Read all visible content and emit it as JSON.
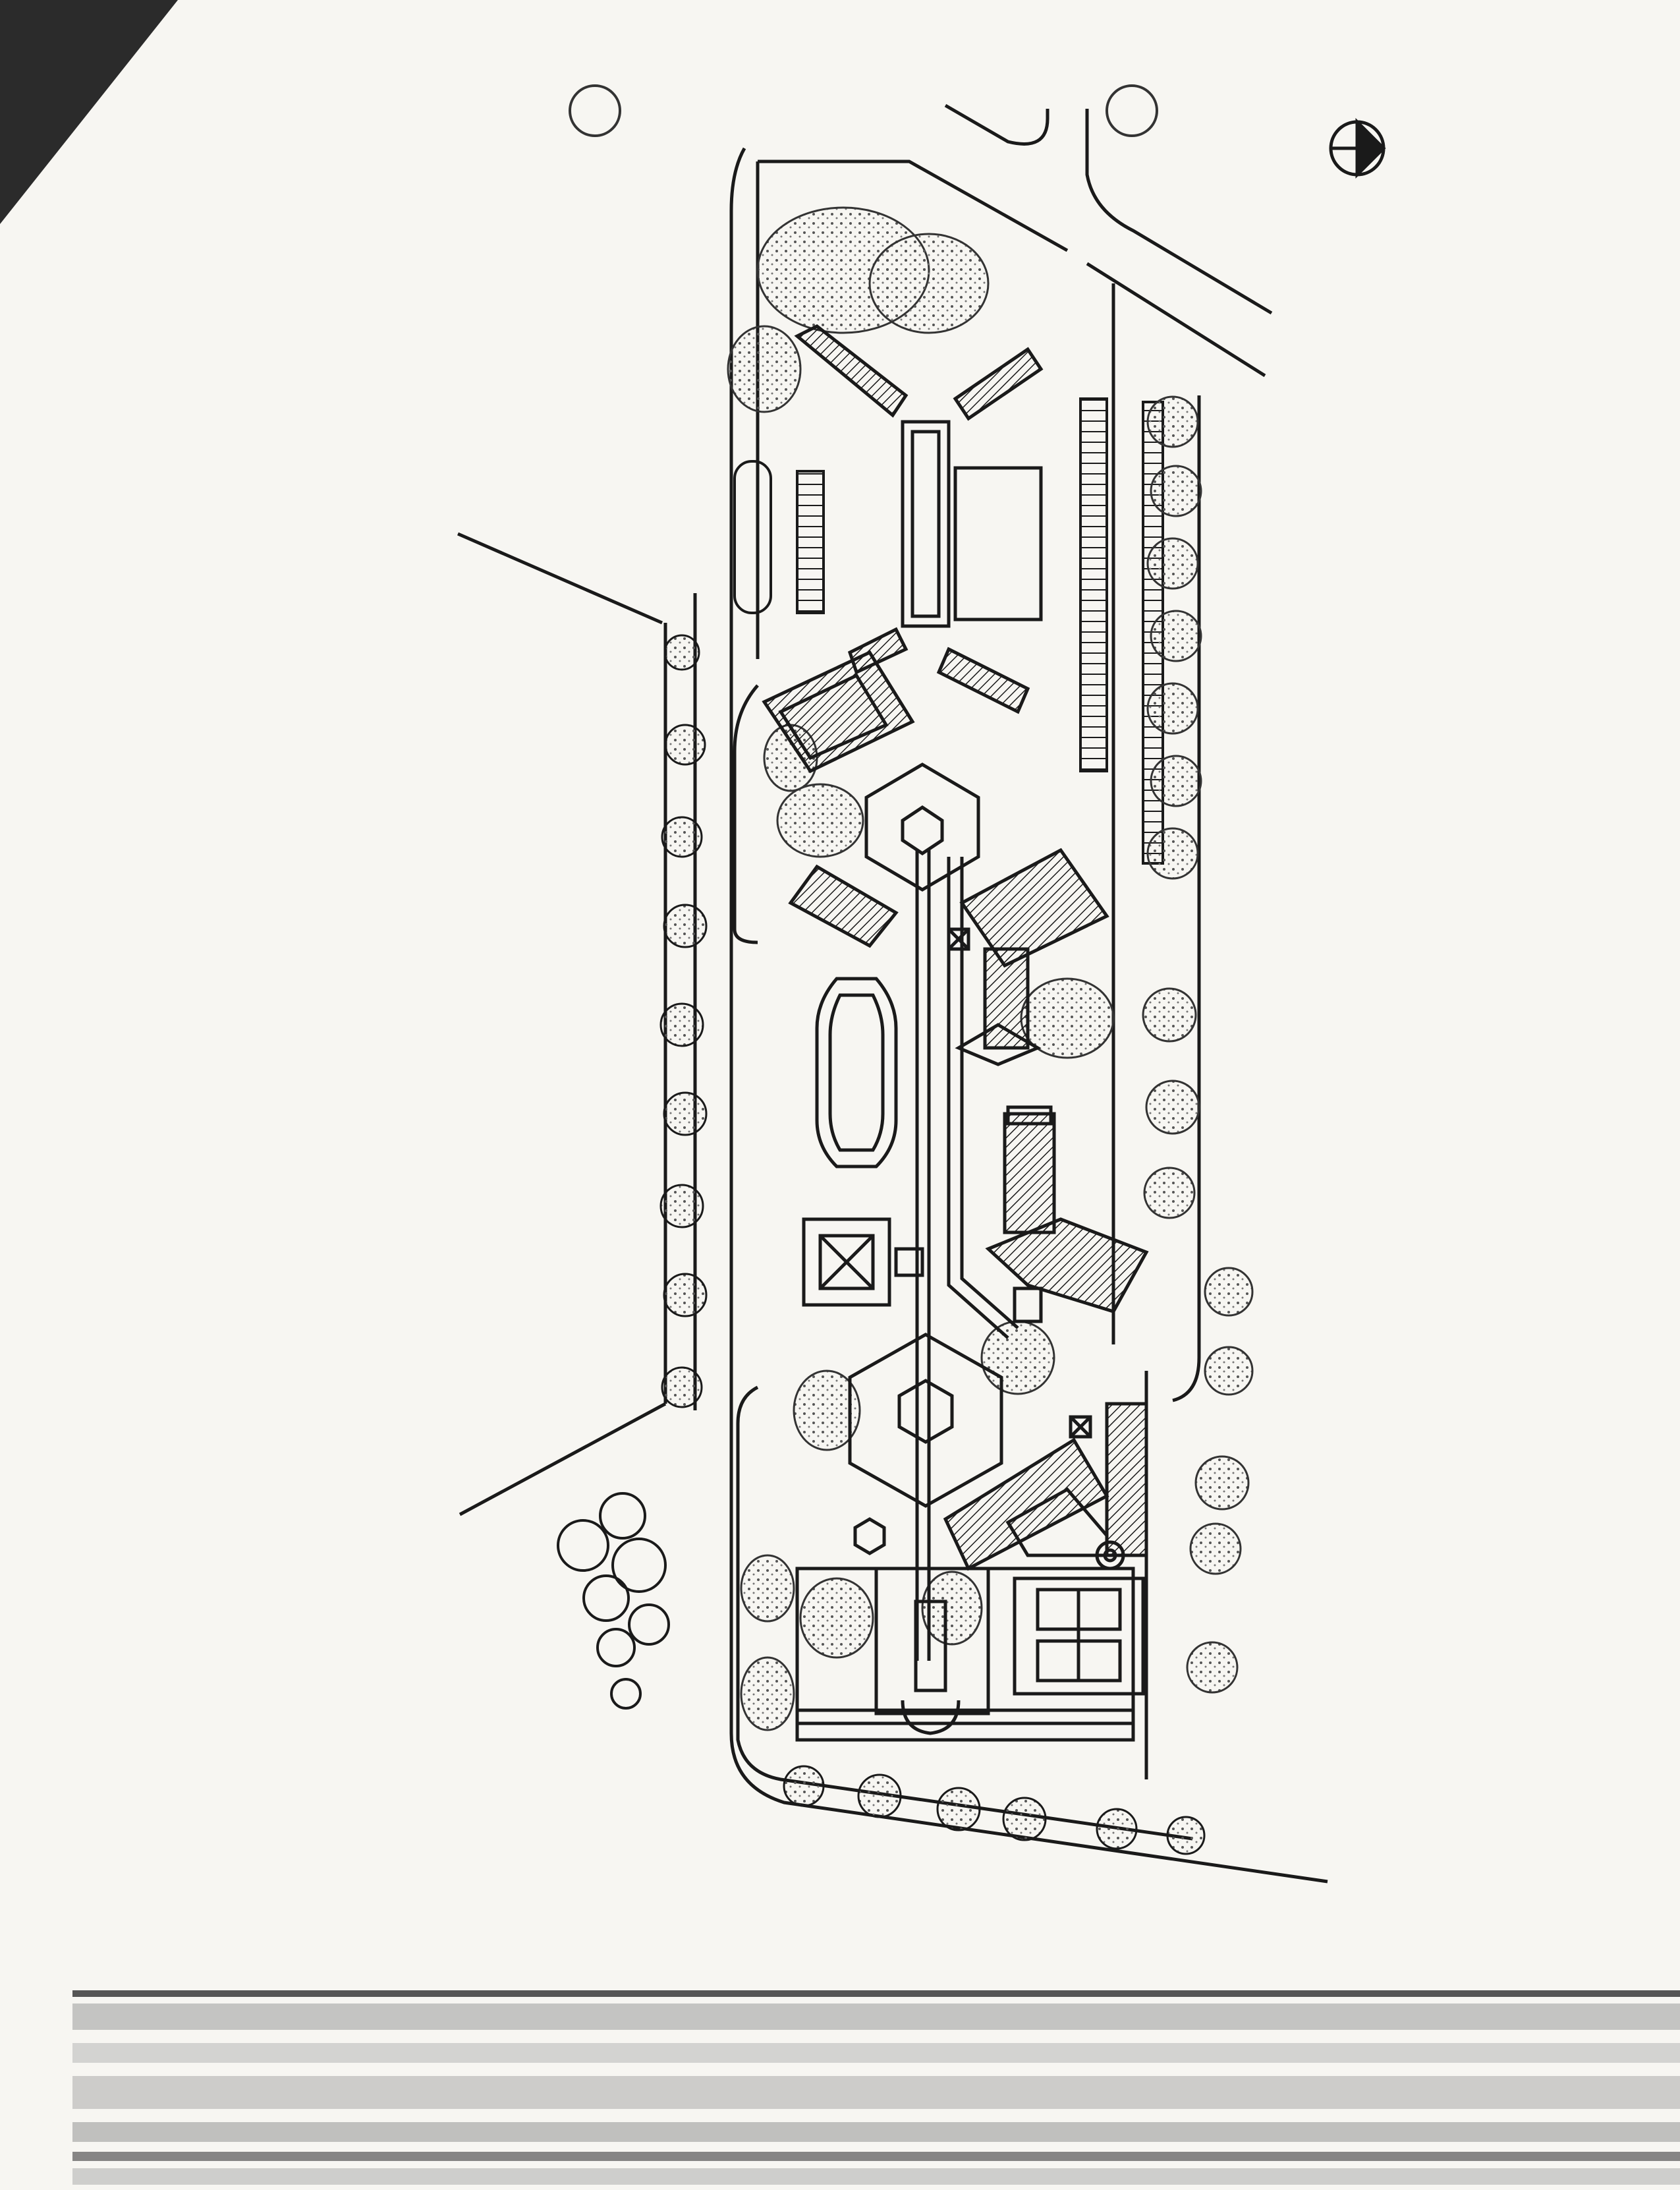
{
  "document": {
    "kind": "scanned site plan drawing",
    "visible_text": []
  },
  "plan": {
    "north_arrow": {
      "icon": "north-arrow-icon"
    },
    "features": [
      "perimeter-road",
      "parking-strip",
      "tree-groups",
      "palm-rows",
      "buildings",
      "hexagonal-courtyards",
      "central-walkway",
      "tennis-courts",
      "garden-plaza"
    ]
  },
  "colors": {
    "paper": "#f7f6f2",
    "ink": "#1a1a1a",
    "scan_shadow": "#2b2b2b",
    "scan_noise": "#9a9a9a"
  }
}
